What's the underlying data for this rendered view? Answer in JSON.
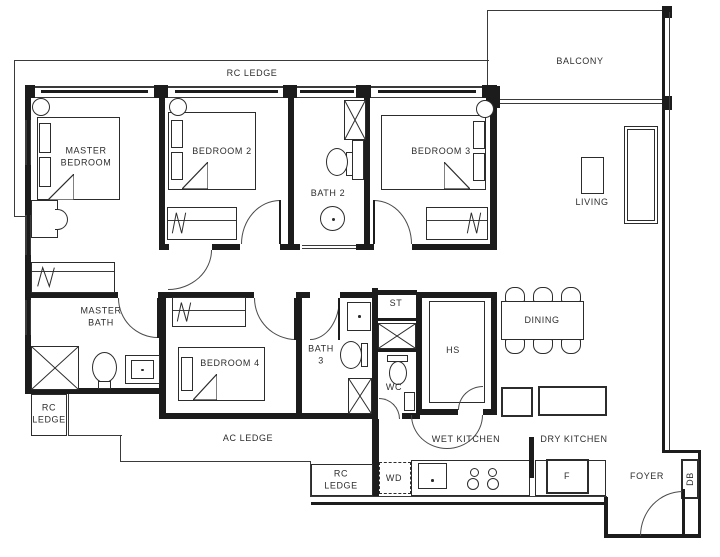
{
  "labels": {
    "rc_ledge_top": "RC LEDGE",
    "balcony": "BALCONY",
    "master_bedroom": "MASTER\nBEDROOM",
    "bedroom2": "BEDROOM 2",
    "bath2": "BATH 2",
    "bedroom3": "BEDROOM 3",
    "living": "LIVING",
    "master_bath": "MASTER\nBATH",
    "bedroom4": "BEDROOM 4",
    "bath3": "BATH\n3",
    "st": "ST",
    "wc": "WC",
    "hs": "HS",
    "dining": "DINING",
    "rc_ledge_left": "RC\nLEDGE",
    "ac_ledge": "AC LEDGE",
    "wet_kitchen": "WET KITCHEN",
    "dry_kitchen": "DRY KITCHEN",
    "rc_ledge_bottom": "RC\nLEDGE",
    "wd": "WD",
    "fridge": "F",
    "foyer": "FOYER",
    "db": "DB"
  },
  "colors": {
    "wall": "#1c1c1c",
    "thin_line": "#3a3a3a",
    "background": "#ffffff",
    "text": "#2d2d2d"
  }
}
